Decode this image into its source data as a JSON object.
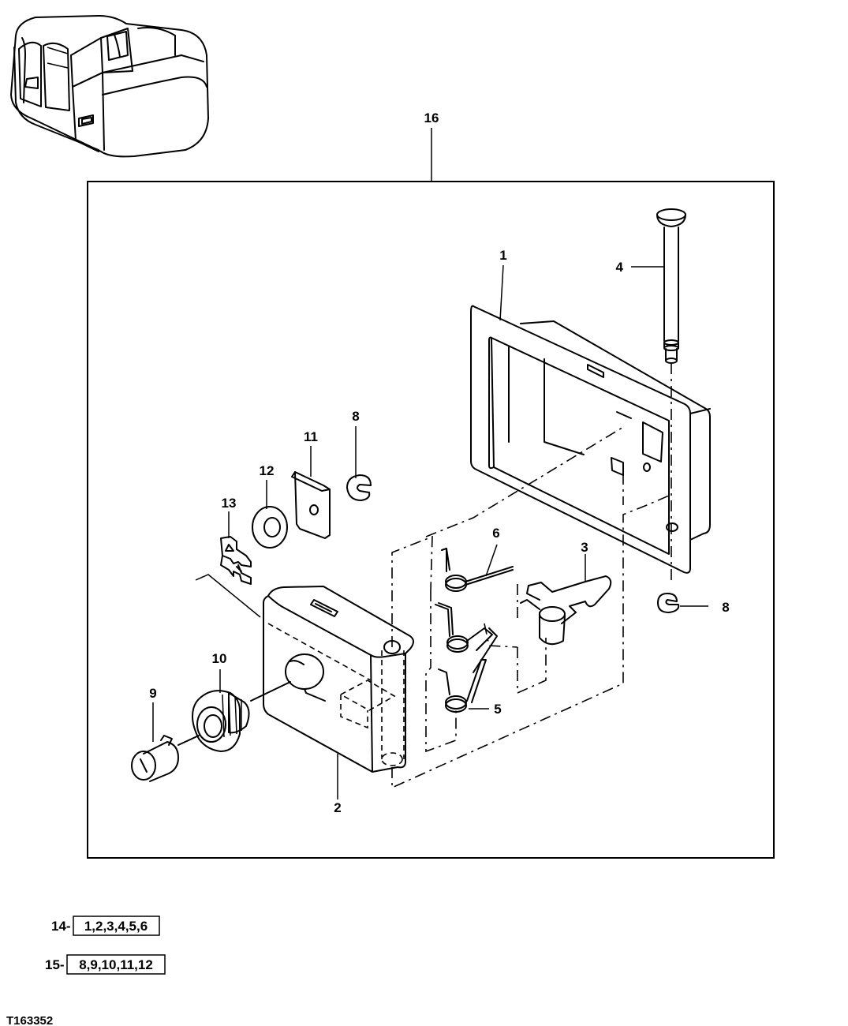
{
  "callouts": {
    "c1": "1",
    "c2": "2",
    "c3": "3",
    "c4": "4",
    "c5": "5",
    "c6": "6",
    "c8a": "8",
    "c8b": "8",
    "c9": "9",
    "c10": "10",
    "c11": "11",
    "c12": "12",
    "c13": "13",
    "c16": "16"
  },
  "kits": [
    {
      "number": "14-",
      "contents": "1,2,3,4,5,6"
    },
    {
      "number": "15-",
      "contents": "8,9,10,11,12"
    }
  ],
  "reference_id": "T163352"
}
